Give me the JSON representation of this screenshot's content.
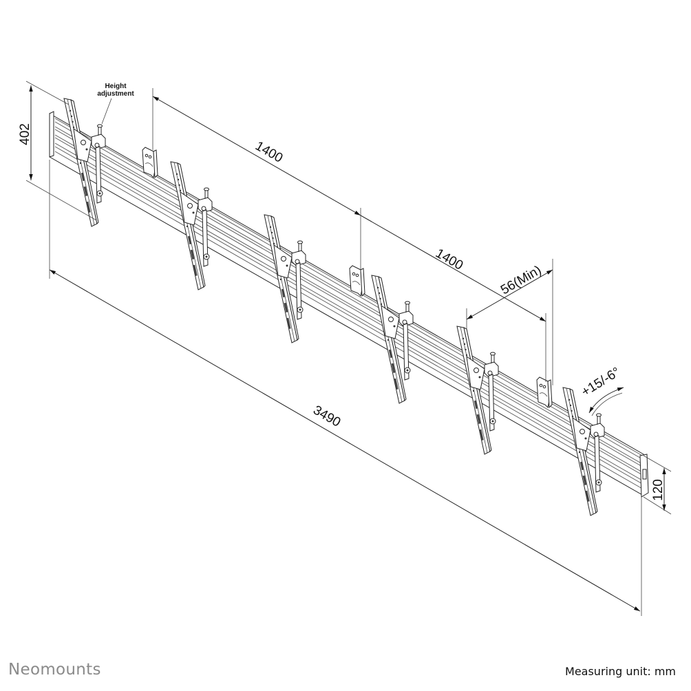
{
  "figure": {
    "type": "technical-dimension-drawing",
    "subject": "Wall mount rail with six tilting TV brackets",
    "brackets_count": 6,
    "wall_plates_count": 3
  },
  "labels": {
    "height_adjustment_line1": "Height",
    "height_adjustment_line2": "adjustment",
    "tilt": "+15/-6°"
  },
  "dimensions": {
    "bracket_height": "402",
    "plate_spacing_1": "1400",
    "plate_spacing_2": "1400",
    "min_gap": "56(Min)",
    "total_length": "3490",
    "rail_height": "120"
  },
  "footer": {
    "brand": "Neomounts",
    "measuring_unit": "Measuring unit: mm"
  },
  "colors": {
    "line": "#222222",
    "brand_gray": "#8a8a8a",
    "background": "#ffffff"
  }
}
